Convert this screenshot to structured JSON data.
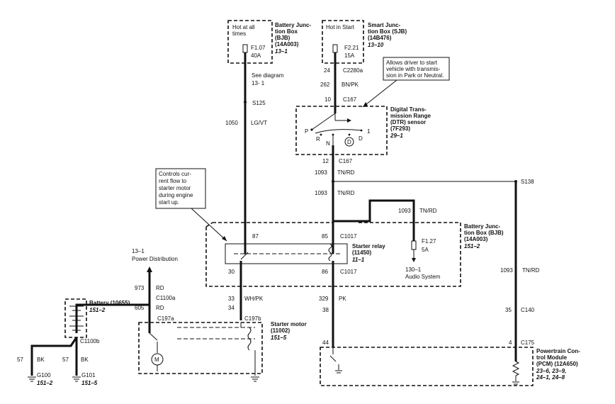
{
  "fuses": {
    "bjb_top": {
      "hot": [
        "Hot at all",
        "times"
      ],
      "fuse": "F1.07",
      "amp": "40A",
      "box": [
        "Battery Junc-",
        "tion Box",
        "(BJB)",
        "(14A003)"
      ],
      "ref": "13–1"
    },
    "sjb": {
      "hot": "Hot in Start",
      "fuse": "F2.21",
      "amp": "15A",
      "box": [
        "Smart Junc-",
        "tion Box (SJB)",
        "(14B476)"
      ],
      "ref": "13–10"
    },
    "bjb_mid": {
      "fuse": "F1.27",
      "amp": "5A"
    }
  },
  "labels": {
    "see_diagram": "See diagram",
    "see_diagram_ref": "13- 1",
    "s125": "S125",
    "c2280a": "C2280a",
    "c167": "C167",
    "c1017": "C1017",
    "c1100a": "C1100a",
    "c1100b": "C1100b",
    "c197a": "C197a",
    "c197b": "C197b",
    "c140": "C140",
    "c175": "C175",
    "s138": "S138",
    "power_dist_ref": "13–1",
    "power_dist": "Power Distribution",
    "audio_ref": "130–1",
    "audio": "Audio System"
  },
  "pins": {
    "p24": "24",
    "p262": "262",
    "p10": "10",
    "p12": "12",
    "p1093a": "1093",
    "p1093b": "1093",
    "p1093c": "1093",
    "p1093d": "1093",
    "p1050": "1050",
    "p87": "87",
    "p85": "85",
    "p30": "30",
    "p86": "86",
    "p33": "33",
    "p34": "34",
    "p329": "329",
    "p38": "38",
    "p973": "973",
    "p605": "605",
    "p57a": "57",
    "p57b": "57",
    "p44": "44",
    "p4": "4",
    "p35": "35"
  },
  "wires": {
    "bnpk": "BN/PK",
    "lgvt": "LG/VT",
    "tnrd1": "TN/RD",
    "tnrd2": "TN/RD",
    "tnrd3": "TN/RD",
    "tnrd4": "TN/RD",
    "whpk": "WH/PK",
    "pk": "PK",
    "rd1": "RD",
    "rd2": "RD",
    "bk1": "BK",
    "bk2": "BK"
  },
  "dtr": {
    "title": [
      "Digital Trans-",
      "mission Range",
      "(DTR) sensor",
      "(7F293)"
    ],
    "ref": "29–1",
    "positions": {
      "p": "P",
      "r": "R",
      "n": "N",
      "d_circle": "D",
      "d": "D",
      "one": "1"
    },
    "callout": [
      "Allows driver to start",
      "vehicle with transmis-",
      "sion in Park or Neutral."
    ]
  },
  "relay": {
    "callout": [
      "Controls cur-",
      "rent flow to",
      "starter motor",
      "during engine",
      "start up."
    ],
    "title": "Starter relay",
    "part": "(11450)",
    "ref": "11–1"
  },
  "bjb_box": {
    "title": [
      "Battery Junc-",
      "tion Box (BJB)",
      "(14A003)"
    ],
    "ref": "151–2"
  },
  "battery": {
    "title": "Battery (10655)",
    "ref": "151–2"
  },
  "starter_motor": {
    "title": "Starter motor",
    "part": "(11002)",
    "ref": "151–5",
    "m": "M"
  },
  "grounds": {
    "g100": "G100",
    "g100_ref": "151–2",
    "g101": "G101",
    "g101_ref": "151–5"
  },
  "pcm": {
    "title": [
      "Powertrain Con-",
      "trol Module",
      "(PCM) (12A650)"
    ],
    "refs": [
      "23–6, 23–9,",
      "24–1, 24–8"
    ]
  }
}
